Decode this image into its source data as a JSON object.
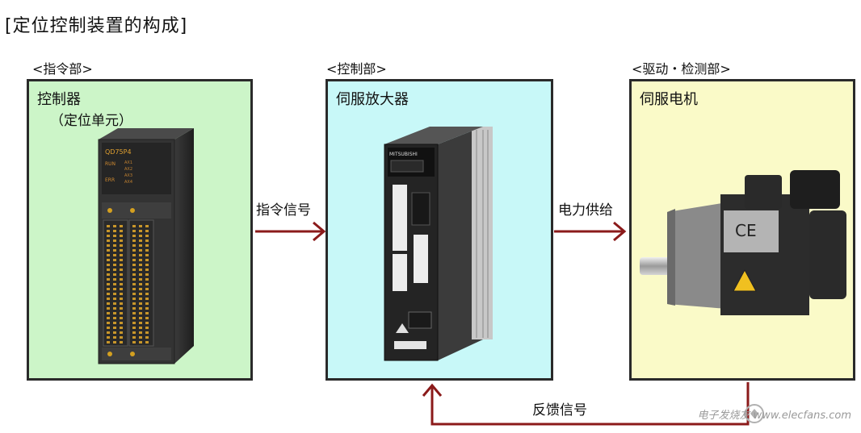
{
  "title": "[定位控制装置的构成]",
  "sections": {
    "command": "<指令部>",
    "control": "<控制部>",
    "drive": "<驱动・检测部>"
  },
  "boxes": {
    "controller": {
      "title": "控制器",
      "subtitle": "（定位单元）",
      "bg": "#ccf5c8"
    },
    "amplifier": {
      "title": "伺服放大器",
      "bg": "#c8f8f8"
    },
    "motor": {
      "title": "伺服电机",
      "bg": "#fafac8"
    }
  },
  "module_text": {
    "model": "QD75P4",
    "run": "RUN",
    "err": "ERR",
    "ax": [
      "AX1",
      "AX2",
      "AX3",
      "AX4"
    ]
  },
  "amp_text": {
    "brand": "MITSUBISHI"
  },
  "signals": {
    "command_signal": "指令信号",
    "power_supply": "电力供给",
    "feedback": "反馈信号"
  },
  "colors": {
    "arrow": "#8b1a1a",
    "border": "#2a2a2a"
  },
  "watermark": "电子发烧友 www.elecfans.com"
}
